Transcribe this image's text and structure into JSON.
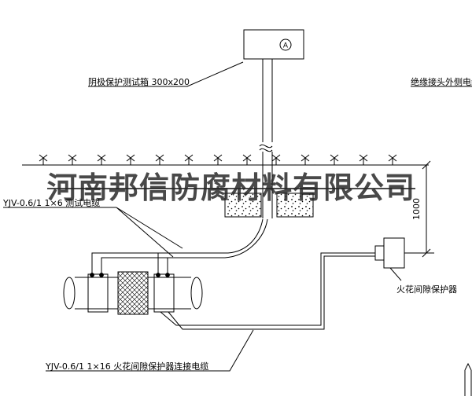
{
  "watermark": "河南邦信防腐材料有限公司",
  "labels": {
    "test_box": "阴极保护测试箱 300x200",
    "insulated_joint_cable": "绝缘接头外侧电缆",
    "test_cable": "YJV-0.6/1 1×6  测试电缆",
    "protector_cable": "YJV-0.6/1 1×16  火花间隙保护器连接电缆",
    "spark_gap_protector": "火花间隙保护器",
    "dimension_1000": "1000",
    "ammeter": "A"
  },
  "colors": {
    "line": "#000000",
    "background": "#ffffff",
    "watermark": "#262626"
  }
}
